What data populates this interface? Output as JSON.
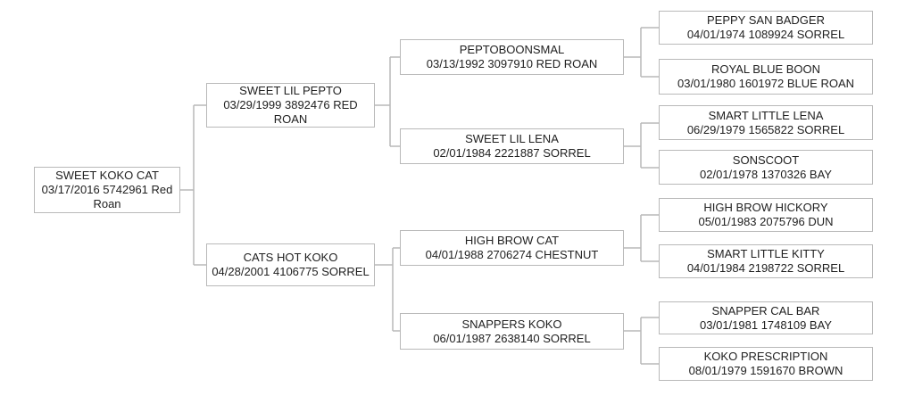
{
  "pedigree": {
    "root": {
      "name": "SWEET KOKO CAT",
      "details": "03/17/2016 5742961 Red Roan"
    },
    "gen1": [
      {
        "name": "SWEET LIL PEPTO",
        "details": "03/29/1999 3892476 RED ROAN"
      },
      {
        "name": "CATS HOT KOKO",
        "details": "04/28/2001 4106775 SORREL"
      }
    ],
    "gen2": [
      {
        "name": "PEPTOBOONSMAL",
        "details": "03/13/1992 3097910 RED ROAN"
      },
      {
        "name": "SWEET LIL LENA",
        "details": "02/01/1984 2221887 SORREL"
      },
      {
        "name": "HIGH BROW CAT",
        "details": "04/01/1988 2706274 CHESTNUT"
      },
      {
        "name": "SNAPPERS KOKO",
        "details": "06/01/1987 2638140 SORREL"
      }
    ],
    "gen3": [
      {
        "name": "PEPPY SAN BADGER",
        "details": "04/01/1974 1089924 SORREL"
      },
      {
        "name": "ROYAL BLUE BOON",
        "details": "03/01/1980 1601972 BLUE ROAN"
      },
      {
        "name": "SMART LITTLE LENA",
        "details": "06/29/1979 1565822 SORREL"
      },
      {
        "name": "SONSCOOT",
        "details": "02/01/1978 1370326 BAY"
      },
      {
        "name": "HIGH BROW HICKORY",
        "details": "05/01/1983 2075796 DUN"
      },
      {
        "name": "SMART LITTLE KITTY",
        "details": "04/01/1984 2198722 SORREL"
      },
      {
        "name": "SNAPPER CAL BAR",
        "details": "03/01/1981 1748109 BAY"
      },
      {
        "name": "KOKO PRESCRIPTION",
        "details": "08/01/1979 1591670 BROWN"
      }
    ],
    "line_color": "#b9b9b9"
  }
}
